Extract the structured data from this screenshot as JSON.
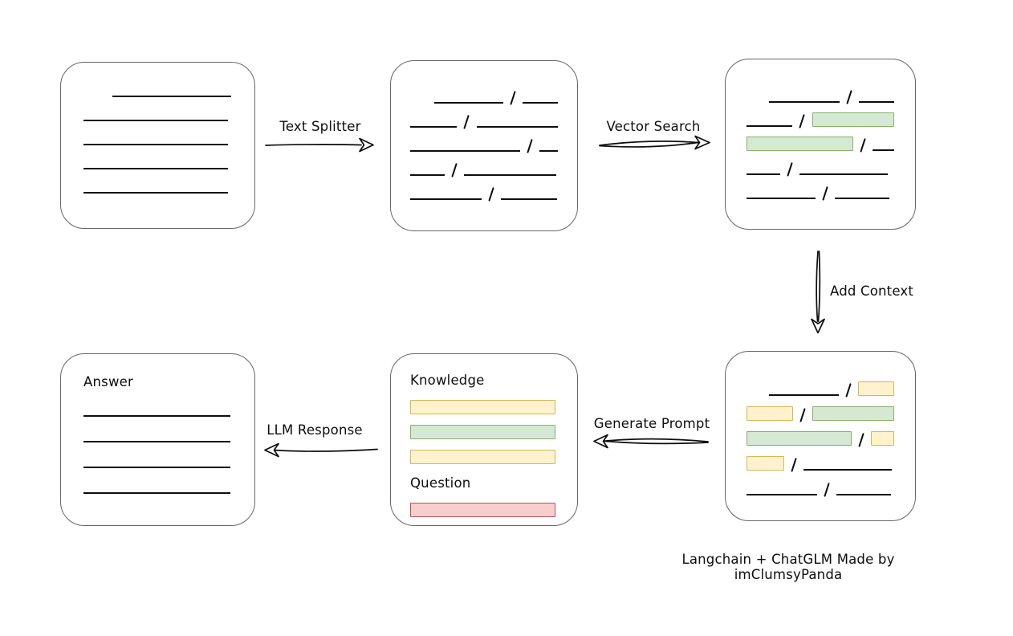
{
  "caption": "Langchain + ChatGLM Made by imClumsyPanda",
  "colors": {
    "box_border": "#666666",
    "line": "#0d0d0d",
    "green_fill": "#d5e8d4",
    "green_border": "#82b366",
    "yellow_fill": "#fff2cc",
    "yellow_border": "#d6b656",
    "red_fill": "#f8cecc",
    "red_border": "#b85450"
  },
  "arrows": {
    "text_splitter": {
      "label": "Text Splitter"
    },
    "vector_search": {
      "label": "Vector Search"
    },
    "add_context": {
      "label": "Add Context"
    },
    "generate_prompt": {
      "label": "Generate Prompt"
    },
    "llm_response": {
      "label": "LLM Response"
    }
  },
  "boxes": {
    "document": {
      "rows": [
        [
          {
            "k": "line",
            "w": 148,
            "ind": 36
          }
        ],
        [
          {
            "k": "line",
            "w": 180
          }
        ],
        [
          {
            "k": "line",
            "w": 180
          }
        ],
        [
          {
            "k": "line",
            "w": 180
          }
        ],
        [
          {
            "k": "line",
            "w": 180
          }
        ]
      ]
    },
    "chunks": {
      "rows": [
        [
          {
            "k": "line",
            "w": 88,
            "ind": 30
          },
          {
            "k": "slash"
          },
          {
            "k": "line",
            "w": 45
          }
        ],
        [
          {
            "k": "line",
            "w": 59
          },
          {
            "k": "slash"
          },
          {
            "k": "line",
            "w": 103
          }
        ],
        [
          {
            "k": "line",
            "w": 139
          },
          {
            "k": "slash"
          },
          {
            "k": "line",
            "w": 23
          }
        ],
        [
          {
            "k": "line",
            "w": 43
          },
          {
            "k": "slash"
          },
          {
            "k": "line",
            "w": 115
          }
        ],
        [
          {
            "k": "line",
            "w": 89
          },
          {
            "k": "slash"
          },
          {
            "k": "line",
            "w": 70
          }
        ]
      ]
    },
    "search_results": {
      "rows": [
        [
          {
            "k": "line",
            "w": 90,
            "ind": 28
          },
          {
            "k": "slash"
          },
          {
            "k": "line",
            "w": 45
          }
        ],
        [
          {
            "k": "line",
            "w": 60
          },
          {
            "k": "slash"
          },
          {
            "k": "chip",
            "c": "green",
            "w": 105
          }
        ],
        [
          {
            "k": "chip",
            "c": "green",
            "w": 135
          },
          {
            "k": "slash"
          },
          {
            "k": "line",
            "w": 28
          }
        ],
        [
          {
            "k": "line",
            "w": 42
          },
          {
            "k": "slash"
          },
          {
            "k": "line",
            "w": 110
          }
        ],
        [
          {
            "k": "line",
            "w": 86
          },
          {
            "k": "slash"
          },
          {
            "k": "line",
            "w": 68
          }
        ]
      ]
    },
    "context": {
      "rows": [
        [
          {
            "k": "line",
            "w": 92,
            "ind": 28
          },
          {
            "k": "slash"
          },
          {
            "k": "chip",
            "c": "yellow",
            "w": 45
          }
        ],
        [
          {
            "k": "chip",
            "c": "yellow",
            "w": 58
          },
          {
            "k": "slash"
          },
          {
            "k": "chip",
            "c": "green",
            "w": 104
          }
        ],
        [
          {
            "k": "chip",
            "c": "green",
            "w": 135
          },
          {
            "k": "slash"
          },
          {
            "k": "chip",
            "c": "yellow",
            "w": 28
          }
        ],
        [
          {
            "k": "chip",
            "c": "yellow",
            "w": 45
          },
          {
            "k": "slash"
          },
          {
            "k": "line",
            "w": 110
          }
        ],
        [
          {
            "k": "line",
            "w": 88
          },
          {
            "k": "slash"
          },
          {
            "k": "line",
            "w": 68
          }
        ]
      ]
    },
    "prompt": {
      "rows": [
        [
          {
            "k": "label",
            "text": "Knowledge"
          }
        ],
        [
          {
            "k": "chip",
            "c": "yellow",
            "w": 179
          }
        ],
        [
          {
            "k": "chip",
            "c": "green",
            "w": 179
          }
        ],
        [
          {
            "k": "chip",
            "c": "yellow",
            "w": 179
          }
        ],
        [
          {
            "k": "label",
            "text": "Question"
          }
        ],
        [
          {
            "k": "chip",
            "c": "red",
            "w": 179
          }
        ]
      ]
    },
    "answer": {
      "rows": [
        [
          {
            "k": "label",
            "text": "Answer"
          }
        ],
        [
          {
            "k": "line",
            "w": 183
          }
        ],
        [
          {
            "k": "line",
            "w": 183
          }
        ],
        [
          {
            "k": "line",
            "w": 183
          }
        ],
        [
          {
            "k": "line",
            "w": 183
          }
        ]
      ]
    }
  }
}
